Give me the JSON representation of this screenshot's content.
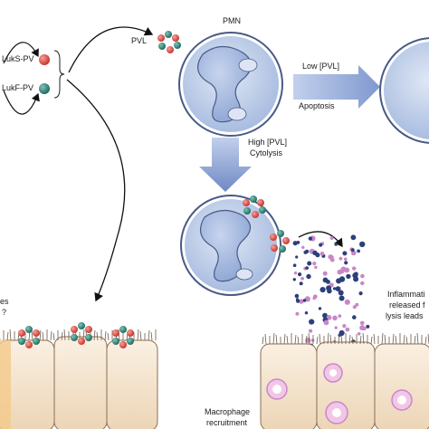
{
  "labels": {
    "luks": "LukS-PV",
    "lukf": "LukF-PV",
    "pvl": "PVL",
    "pmn": "PMN",
    "low_pvl": "Low [PVL]",
    "apoptosis": "Apoptosis",
    "high_pvl": "High [PVL]",
    "cytolysis": "Cytolysis",
    "inflammation_line1": "Inflammati",
    "inflammation_line2": "released f",
    "inflammation_line3": "lysis leads",
    "left_fragment_line1": "es",
    "left_fragment_line2": "?",
    "macrophage_line1": "Macrophage",
    "macrophage_line2": "recruitment"
  },
  "colors": {
    "luks_red": "#d9473f",
    "lukf_teal": "#2f8a7e",
    "cell_blue": "#a9bde0",
    "nucleus_blue": "#8ea6d4",
    "arrow_blue": "#7f98cf",
    "epithelium": "#f3e4cf",
    "inflammatory_pink": "#c987c6",
    "inflammatory_navy": "#2c3f7a"
  }
}
